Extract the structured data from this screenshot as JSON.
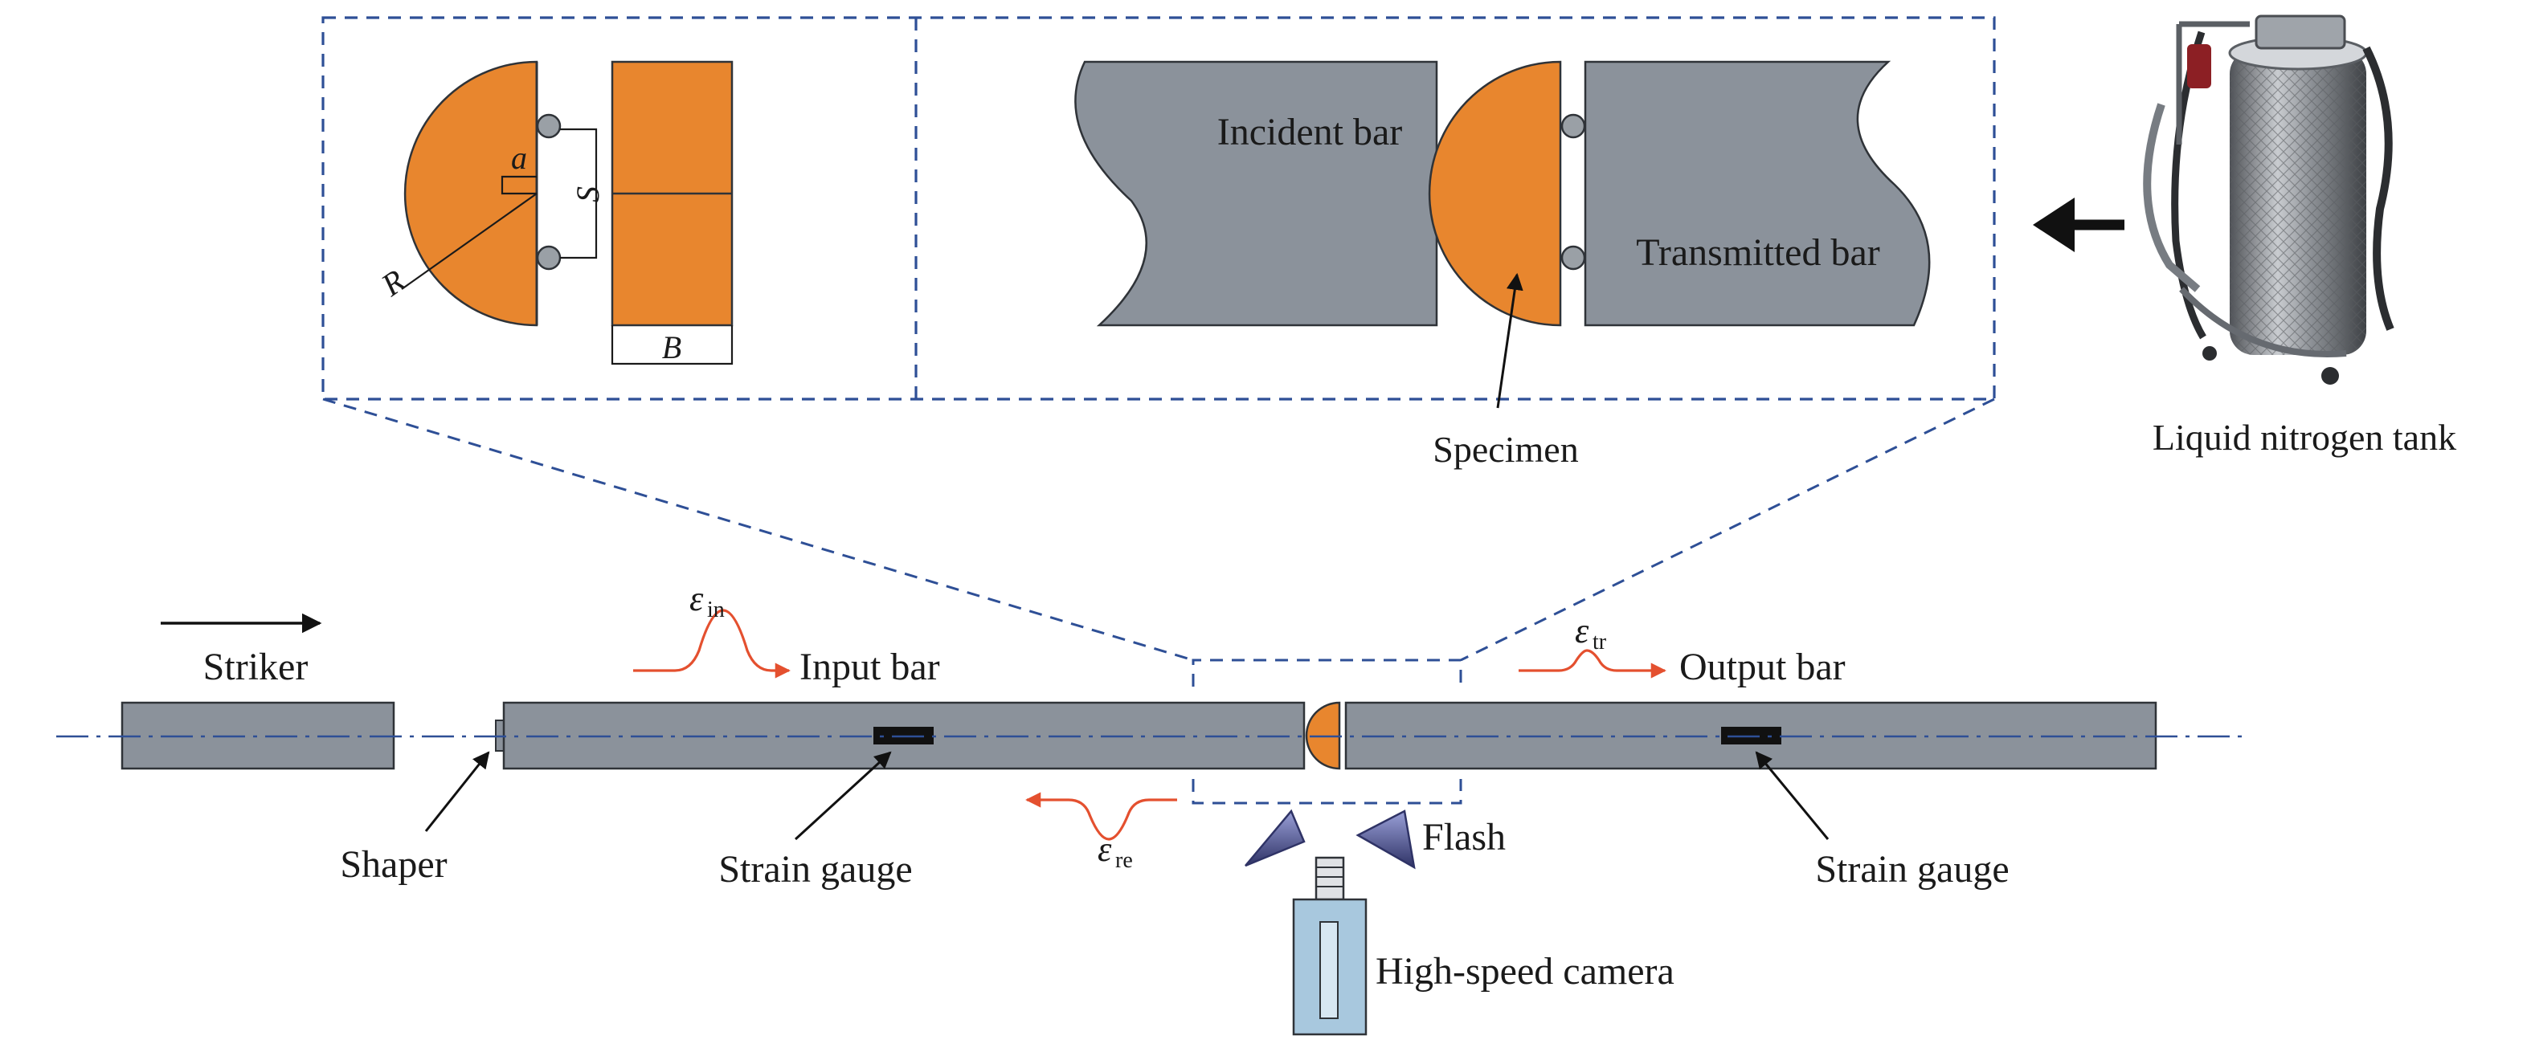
{
  "zoom_detail": {
    "incident_bar": "Incident bar",
    "transmitted_bar": "Transmitted bar",
    "specimen": "Specimen",
    "dims": {
      "a": "a",
      "S": "S",
      "R": "R",
      "B": "B"
    }
  },
  "tank": {
    "label": "Liquid nitrogen tank"
  },
  "setup": {
    "striker": "Striker",
    "shaper": "Shaper",
    "input_bar": "Input bar",
    "output_bar": "Output bar",
    "strain_gauge_left": "Strain gauge",
    "strain_gauge_right": "Strain gauge",
    "flash": "Flash",
    "camera": "High-speed camera",
    "pulses": {
      "incident": {
        "symbol": "ε",
        "sub": "in"
      },
      "reflected": {
        "symbol": "ε",
        "sub": "re"
      },
      "transmitted": {
        "symbol": "ε",
        "sub": "tr"
      }
    }
  },
  "colors": {
    "bar": "#8b929b",
    "specimen": "#e8862e",
    "dashed_frame": "#2e4f96",
    "pulse": "#e4502f",
    "camera": "#a8c8de"
  }
}
